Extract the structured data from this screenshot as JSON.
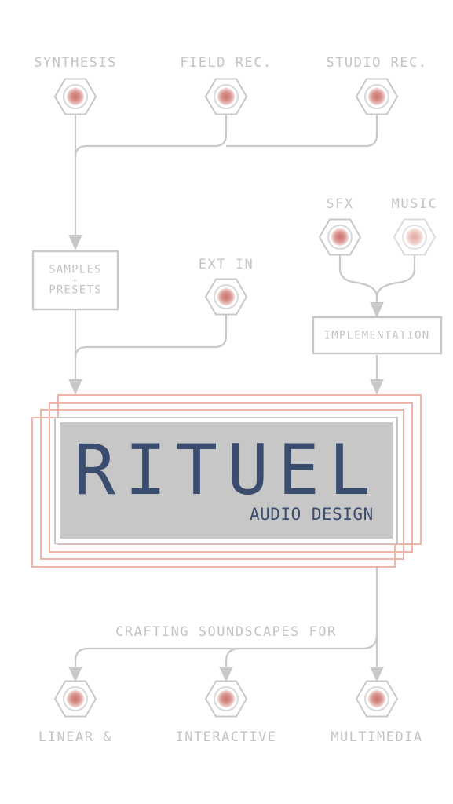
{
  "inputs": {
    "synthesis": "SYNTHESIS",
    "field_rec": "FIELD REC.",
    "studio_rec": "STUDIO REC.",
    "sfx": "SFX",
    "music": "MUSIC",
    "ext_in": "EXT IN"
  },
  "modules": {
    "samples_line1": "SAMPLES",
    "samples_line2": "+",
    "samples_line3": "PRESETS",
    "implementation": "IMPLEMENTATION"
  },
  "logo": {
    "title": "RITUEL",
    "subtitle": "AUDIO DESIGN"
  },
  "tagline": "CRAFTING SOUNDSCAPES FOR",
  "outputs": {
    "linear": "LINEAR &",
    "interactive": "INTERACTIVE",
    "multimedia": "MULTIMEDIA"
  },
  "colors": {
    "line": "#c8c8c8",
    "jack_center": "#c9736f",
    "accent_frame": "#f0b4a8",
    "logo_text": "#3b4d6e",
    "logo_bg": "#c6c7c6"
  }
}
